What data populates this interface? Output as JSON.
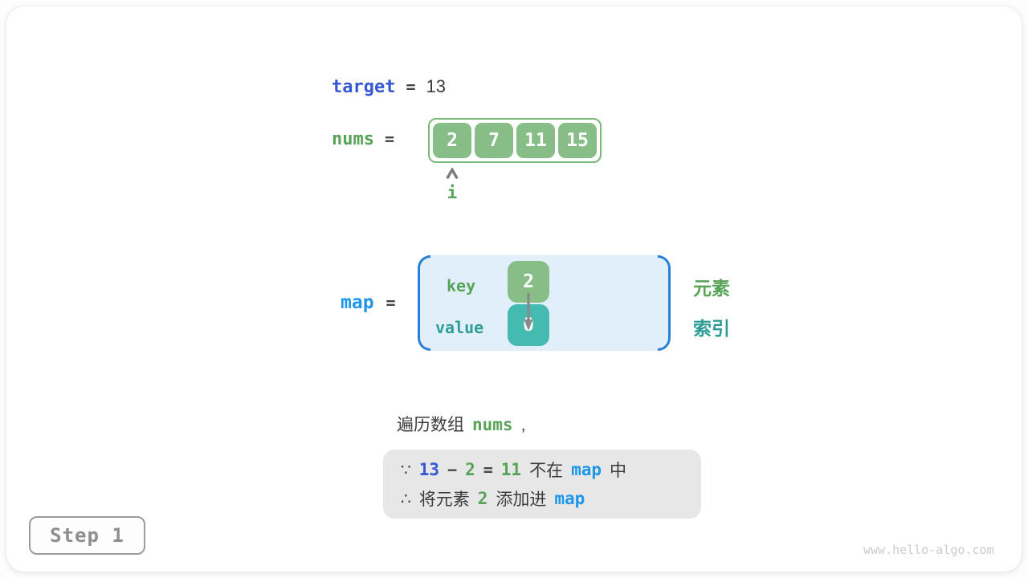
{
  "colors": {
    "royal_blue": "#3557D4",
    "bright_blue": "#1E96EA",
    "green_text": "#57A357",
    "green_box": "#87BE87",
    "teal_text": "#2E9D96",
    "teal_box": "#44BAB1",
    "map_box_fill": "#E0EFFA",
    "map_bracket": "#2980D6",
    "reason_box_fill": "#E7E7E7",
    "dark_text": "#3C3C3C",
    "step_gray": "#8E8E8E"
  },
  "target": {
    "label": "target",
    "equals": "=",
    "value": "13"
  },
  "nums": {
    "label": "nums",
    "equals": "=",
    "values": [
      "2",
      "7",
      "11",
      "15"
    ],
    "pointer": "i"
  },
  "map": {
    "label": "map",
    "equals": "=",
    "key_label": "key",
    "key_value": "2",
    "value_label": "value",
    "value_value": "0",
    "element_label": "元素",
    "index_label": "索引"
  },
  "caption": {
    "text": "遍历数组",
    "code": "nums",
    "comma": ","
  },
  "reasoning": {
    "line1": {
      "sym": "∵",
      "minuend": "13",
      "minus": "−",
      "subtrahend": "2",
      "equals": "=",
      "difference": "11",
      "not_in": "不在",
      "map": "map",
      "suffix": "中"
    },
    "line2": {
      "sym": "∴",
      "prefix": "将元素",
      "num": "2",
      "middle": "添加进",
      "map": "map"
    }
  },
  "step_badge": {
    "label": "Step 1"
  },
  "watermark": "www.hello-algo.com",
  "icons": {
    "pointer_caret": "caret-up-icon",
    "map_arrow": "arrow-down-icon"
  }
}
